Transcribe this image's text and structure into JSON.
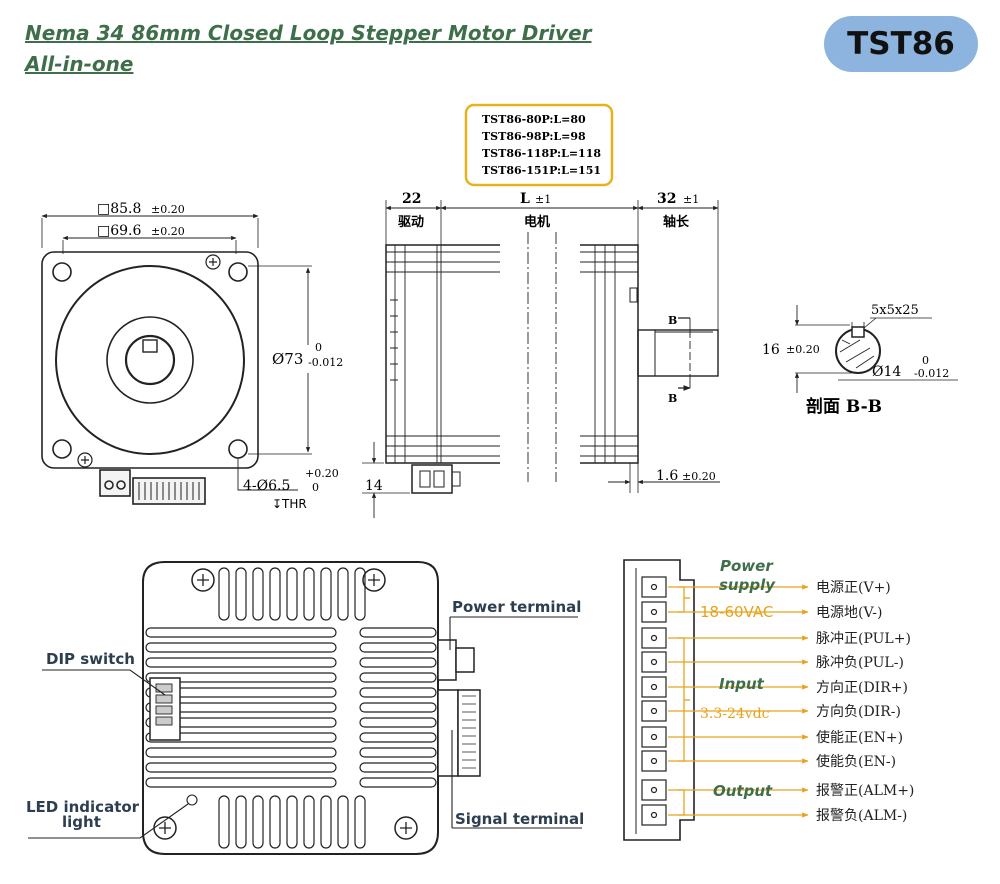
{
  "header": {
    "title_line1": "Nema 34 86mm Closed Loop Stepper Motor Driver",
    "title_line2": "All-in-one",
    "model_badge": "TST86"
  },
  "variants_box": {
    "lines": [
      "TST86-80P:L=80",
      "TST86-98P:L=98",
      "TST86-118P:L=118",
      "TST86-151P:L=151"
    ]
  },
  "front_view": {
    "dim_outer": "□85.8",
    "dim_outer_tol": "±0.20",
    "dim_inner": "□69.6",
    "dim_inner_tol": "±0.20",
    "dim_pilot": "Ø73",
    "dim_pilot_tol_upper": "0",
    "dim_pilot_tol_lower": "-0.012",
    "dim_holes": "4-Ø6.5",
    "dim_holes_tol_upper": "+0.20",
    "dim_holes_tol_lower": "0",
    "dim_holes_note": "↧THR"
  },
  "side_view": {
    "dim_drive": "22",
    "label_drive": "驱动",
    "dim_motor": "L",
    "dim_motor_tol": "±1",
    "label_motor": "电机",
    "dim_shaft": "32",
    "dim_shaft_tol": "±1",
    "label_shaft": "轴长",
    "dim_connector": "14",
    "dim_flange": "1.6",
    "dim_flange_tol": "±0.20",
    "section_mark": "B"
  },
  "section_view": {
    "dim_key": "5x5x25",
    "dim_height": "16",
    "dim_height_tol": "±0.20",
    "dim_shaft_dia": "Ø14",
    "dim_shaft_tol_upper": "0",
    "dim_shaft_tol_lower": "-0.012",
    "caption": "剖面 B-B"
  },
  "driver_view": {
    "callout_power": "Power terminal",
    "callout_dip": "DIP switch",
    "callout_led_line1": "LED indicator",
    "callout_led_line2": "light",
    "callout_signal": "Signal terminal"
  },
  "wiring": {
    "group_power_line1": "Power",
    "group_power_line2": "supply",
    "power_range": "18-60VAC",
    "group_input": "Input",
    "input_range": "3.3-24vdc",
    "group_output": "Output",
    "pins": [
      "电源正(V+)",
      "电源地(V-)",
      "脉冲正(PUL+)",
      "脉冲负(PUL-)",
      "方向正(DIR+)",
      "方向负(DIR-)",
      "使能正(EN+)",
      "使能负(EN-)",
      "报警正(ALM+)",
      "报警负(ALM-)"
    ]
  },
  "colors": {
    "title_green": "#3e6e4a",
    "badge_blue": "#8cb4df",
    "accent_orange": "#e8a31d",
    "label_green": "#3e6e4a",
    "line_black": "#222222"
  }
}
